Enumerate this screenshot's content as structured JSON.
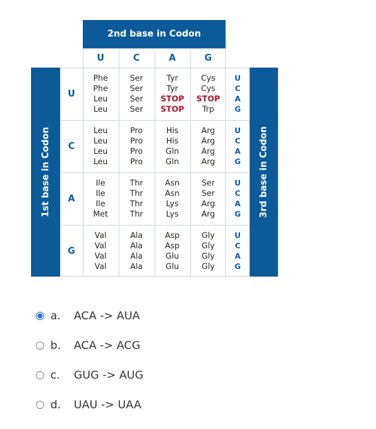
{
  "table": {
    "title": "2nd base in Codon",
    "left_label": "1st base in Codon",
    "right_label": "3rd base in Codon",
    "second_bases": [
      "U",
      "C",
      "A",
      "G"
    ],
    "first_bases": [
      "U",
      "C",
      "A",
      "G"
    ],
    "third_bases": [
      "U",
      "C",
      "A",
      "G"
    ],
    "rows": [
      [
        [
          "Phe",
          "Phe",
          "Leu",
          "Leu"
        ],
        [
          "Ser",
          "Ser",
          "Ser",
          "Ser"
        ],
        [
          "Tyr",
          "Tyr",
          "STOP",
          "STOP"
        ],
        [
          "Cys",
          "Cys",
          "STOP",
          "Trp"
        ]
      ],
      [
        [
          "Leu",
          "Leu",
          "Leu",
          "Leu"
        ],
        [
          "Pro",
          "Pro",
          "Pro",
          "Pro"
        ],
        [
          "His",
          "His",
          "Gln",
          "Gln"
        ],
        [
          "Arg",
          "Arg",
          "Arg",
          "Arg"
        ]
      ],
      [
        [
          "Ile",
          "Ile",
          "Ile",
          "Met"
        ],
        [
          "Thr",
          "Thr",
          "Thr",
          "Thr"
        ],
        [
          "Asn",
          "Asn",
          "Lys",
          "Lys"
        ],
        [
          "Ser",
          "Ser",
          "Arg",
          "Arg"
        ]
      ],
      [
        [
          "Val",
          "Val",
          "Val",
          "Val"
        ],
        [
          "Ala",
          "Ala",
          "Ala",
          "Ala"
        ],
        [
          "Asp",
          "Asp",
          "Glu",
          "Glu"
        ],
        [
          "Gly",
          "Gly",
          "Gly",
          "Gly"
        ]
      ]
    ],
    "stop_color": "#b0102a",
    "brand_color": "#0d5a99"
  },
  "options": [
    {
      "letter": "a.",
      "text": "ACA -> AUA",
      "selected": true
    },
    {
      "letter": "b.",
      "text": "ACA -> ACG",
      "selected": false
    },
    {
      "letter": "c.",
      "text": "GUG -> AUG",
      "selected": false
    },
    {
      "letter": "d.",
      "text": "UAU -> UAA",
      "selected": false
    }
  ]
}
